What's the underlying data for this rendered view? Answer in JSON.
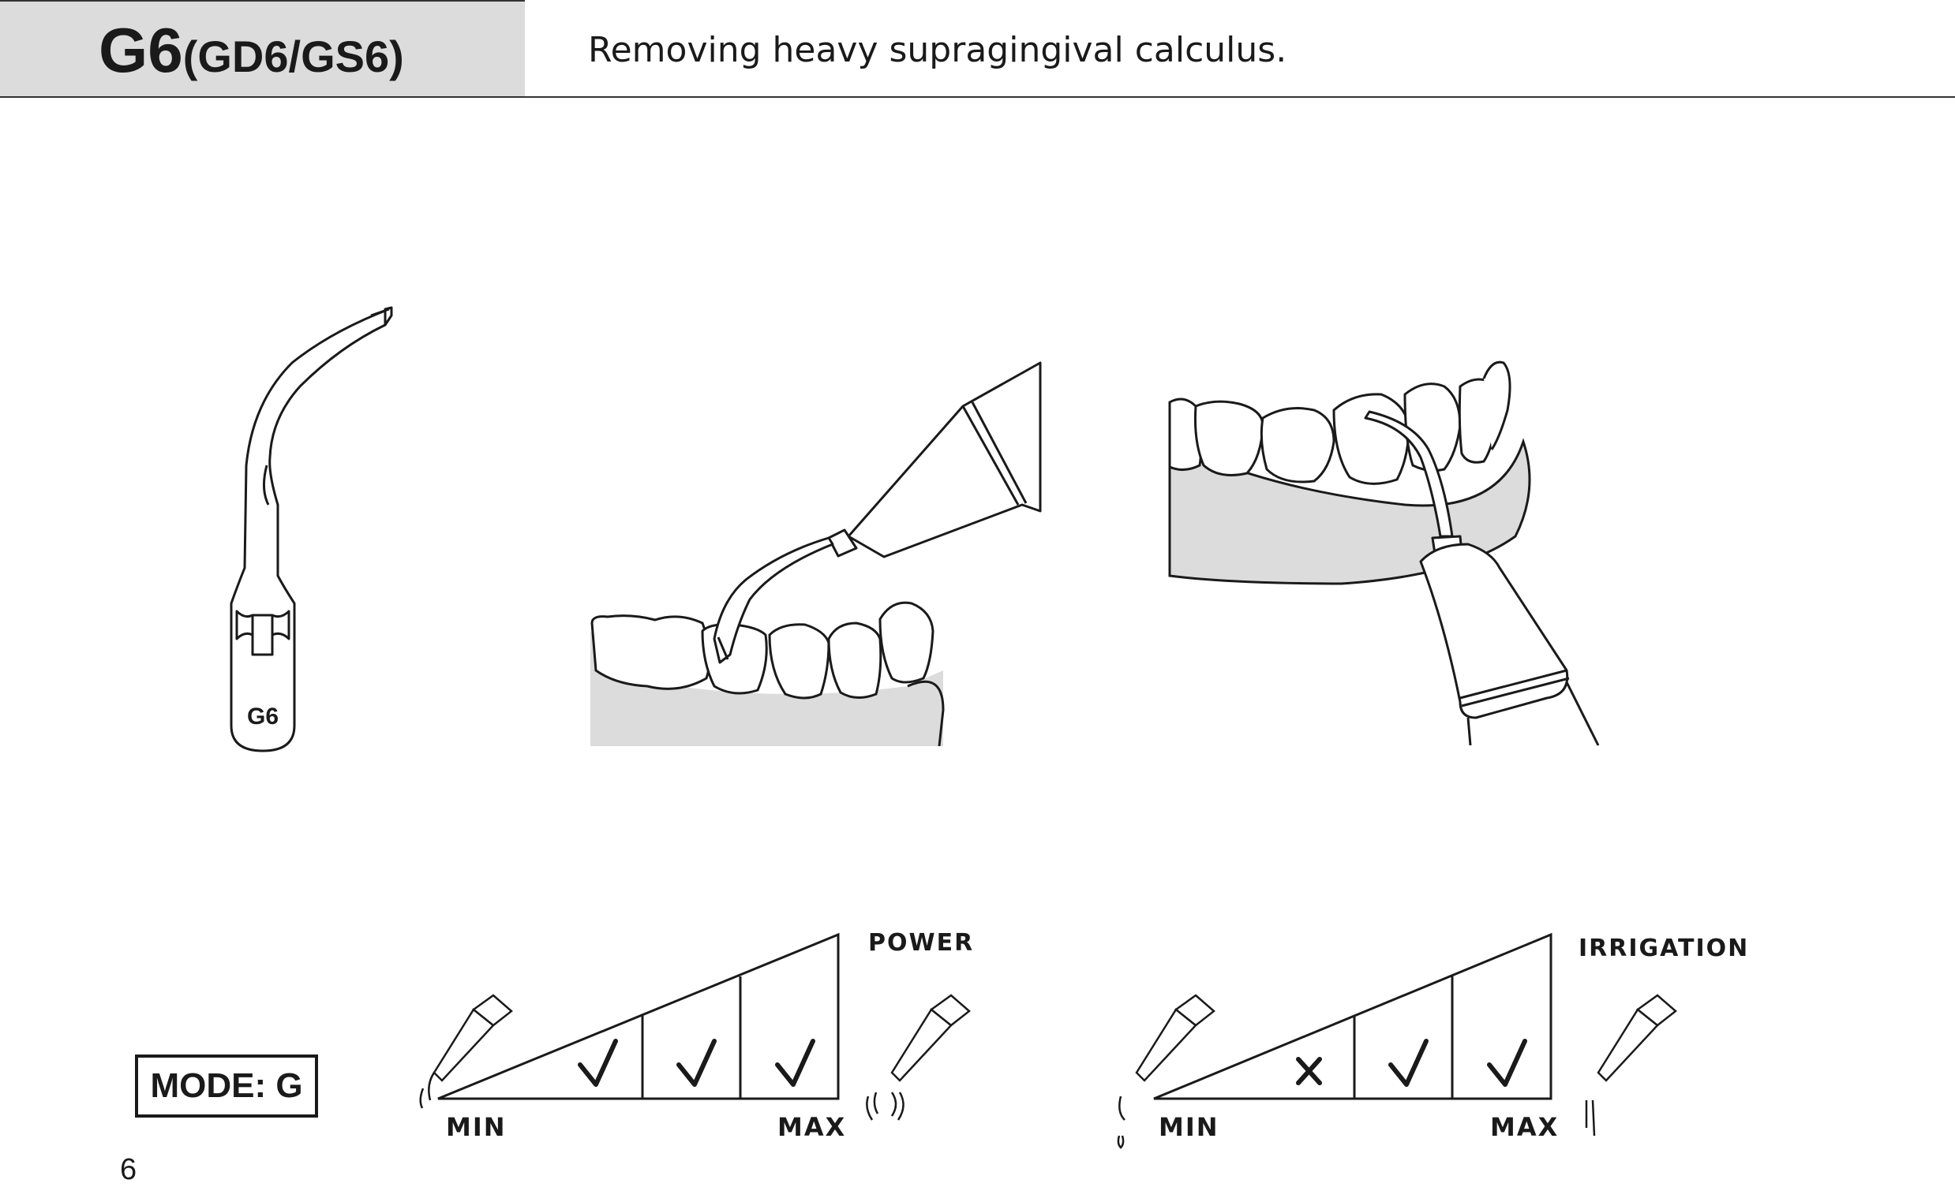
{
  "header": {
    "model": "G6",
    "variants": "(GD6/GS6)",
    "description": "Removing heavy supragingival calculus."
  },
  "tip_label": "G6",
  "mode": "MODE: G",
  "power_scale": {
    "title": "POWER",
    "min_label": "MIN",
    "max_label": "MAX",
    "levels": [
      "check",
      "check",
      "check"
    ]
  },
  "irrigation_scale": {
    "title": "IRRIGATION",
    "min_label": "MIN",
    "max_label": "MAX",
    "levels": [
      "cross",
      "check",
      "check"
    ]
  },
  "page_number": "6",
  "colors": {
    "gum": "#dcdcdc",
    "line": "#1a1a1a",
    "header_bg": "#dcdcdc"
  }
}
